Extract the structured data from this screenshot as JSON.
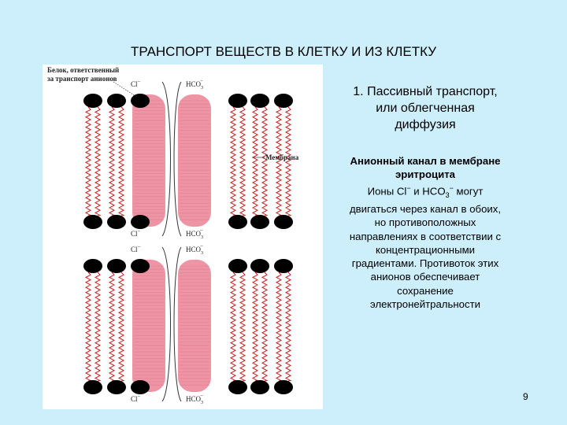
{
  "slide": {
    "title": "ТРАНСПОРТ ВЕЩЕСТВ В КЛЕТКУ И ИЗ КЛЕТКУ",
    "heading_lines": [
      "1. Пассивный транспорт,",
      "или облегченная",
      "диффузия"
    ],
    "desc_title_lines": [
      "Анионный канал в мембране",
      "эритроцита"
    ],
    "desc_ions_prefix": "Ионы Cl",
    "desc_ions_mid": " и HCO",
    "desc_ions_sub": "3",
    "desc_ions_suffix": " могут",
    "desc_lines": [
      "двигаться через канал в обоих,",
      "но противоположных",
      "направлениях в соответствии с",
      "концентрационными",
      "градиентами. Противоток этих",
      "анионов обеспечивает",
      "сохранение",
      "электронейтральности"
    ],
    "page_number": "9"
  },
  "figure": {
    "protein_label_line1": "Белок, ответственный",
    "protein_label_line2": "за транспорт анионов",
    "membrane_label": "Мембрана",
    "ion_cl": "Cl",
    "ion_hco": "HCO",
    "minus": "−",
    "sub3": "3"
  },
  "colors": {
    "background": "#cdeefb",
    "protein": "#ee95a5",
    "protein_stripe": "#e07a8c",
    "lipid_head": "#000000",
    "tail": "#c81e1e"
  }
}
